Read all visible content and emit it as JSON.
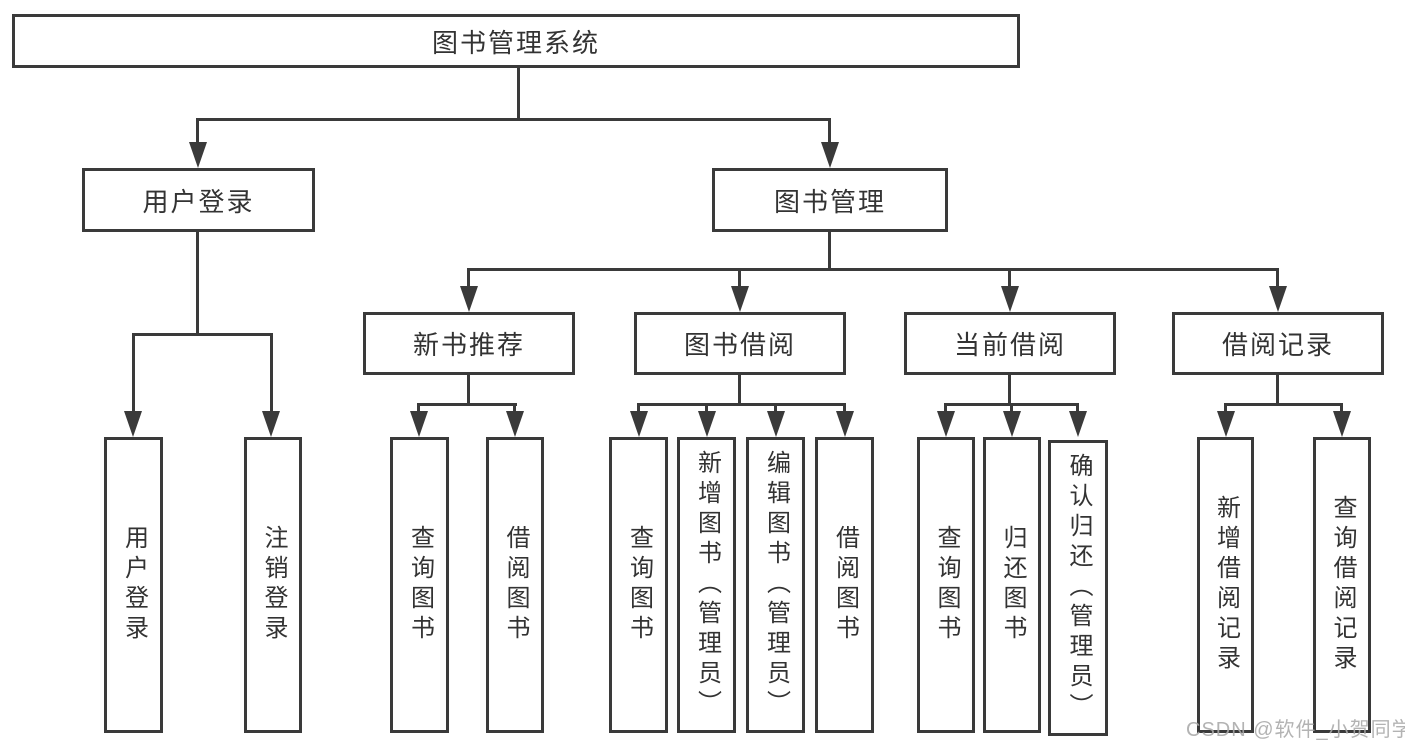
{
  "diagram": {
    "root": {
      "label": "图书管理系统"
    },
    "level2": [
      {
        "id": "user-login",
        "label": "用户登录",
        "children": [
          {
            "label": "用户登录"
          },
          {
            "label": "注销登录"
          }
        ]
      },
      {
        "id": "book-management",
        "label": "图书管理",
        "children": [
          {
            "label": "新书推荐",
            "children": [
              {
                "label": "查询图书"
              },
              {
                "label": "借阅图书"
              }
            ]
          },
          {
            "label": "图书借阅",
            "children": [
              {
                "label": "查询图书"
              },
              {
                "label": "新增图书（管理员）"
              },
              {
                "label": "编辑图书（管理员）"
              },
              {
                "label": "借阅图书"
              }
            ]
          },
          {
            "label": "当前借阅",
            "children": [
              {
                "label": "查询图书"
              },
              {
                "label": "归还图书"
              },
              {
                "label": "确认归还（管理员）"
              }
            ]
          },
          {
            "label": "借阅记录",
            "children": [
              {
                "label": "新增借阅记录"
              },
              {
                "label": "查询借阅记录"
              }
            ]
          }
        ]
      }
    ]
  },
  "watermark": {
    "text": "CSDN @软件_小贺同学"
  },
  "colors": {
    "line": "#3a3a3a",
    "text": "#333333",
    "background": "#ffffff",
    "watermark": "#a9a9a9"
  }
}
